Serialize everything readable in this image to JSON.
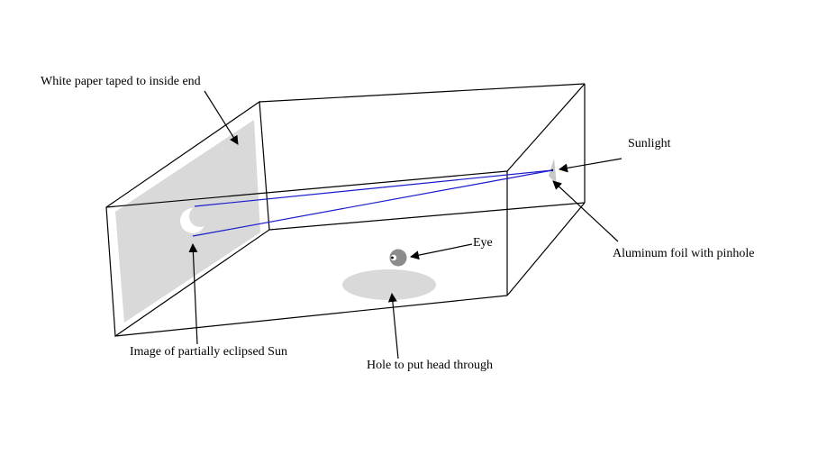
{
  "labels": {
    "white_paper": "White paper taped to inside end",
    "sunlight": "Sunlight",
    "aluminum_foil": "Aluminum foil with pinhole",
    "eye": "Eye",
    "image_of_sun": "Image of partially eclipsed Sun",
    "hole": "Hole to put head through"
  },
  "colors": {
    "outline": "#000000",
    "light_ray": "#1a1acc",
    "paper": "#d9d9d9",
    "eye": "#8c8c8c",
    "hole": "#d9d9d9",
    "foil": "#c8c8c8",
    "sun_image": "#ffffff"
  }
}
